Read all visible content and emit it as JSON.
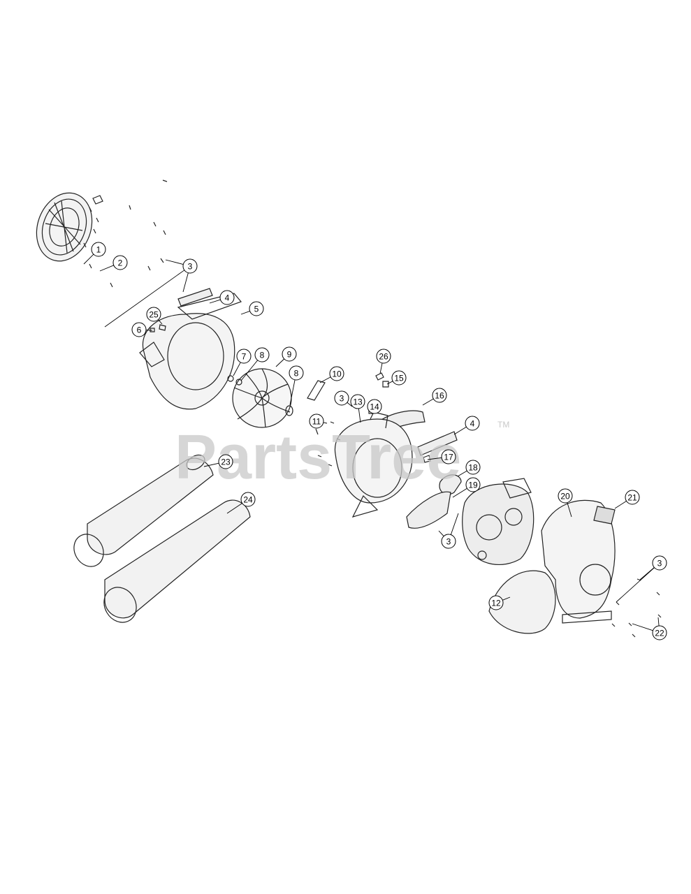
{
  "watermark": {
    "text": "PartsTree",
    "trademark": "TM"
  },
  "callouts": [
    {
      "label": "1"
    },
    {
      "label": "2"
    },
    {
      "label": "3"
    },
    {
      "label": "4"
    },
    {
      "label": "5"
    },
    {
      "label": "25"
    },
    {
      "label": "6"
    },
    {
      "label": "7"
    },
    {
      "label": "8"
    },
    {
      "label": "9"
    },
    {
      "label": "8"
    },
    {
      "label": "10"
    },
    {
      "label": "26"
    },
    {
      "label": "15"
    },
    {
      "label": "3"
    },
    {
      "label": "13"
    },
    {
      "label": "14"
    },
    {
      "label": "16"
    },
    {
      "label": "11"
    },
    {
      "label": "4"
    },
    {
      "label": "17"
    },
    {
      "label": "18"
    },
    {
      "label": "19"
    },
    {
      "label": "23"
    },
    {
      "label": "24"
    },
    {
      "label": "3"
    },
    {
      "label": "20"
    },
    {
      "label": "21"
    },
    {
      "label": "3"
    },
    {
      "label": "12"
    },
    {
      "label": "22"
    }
  ]
}
